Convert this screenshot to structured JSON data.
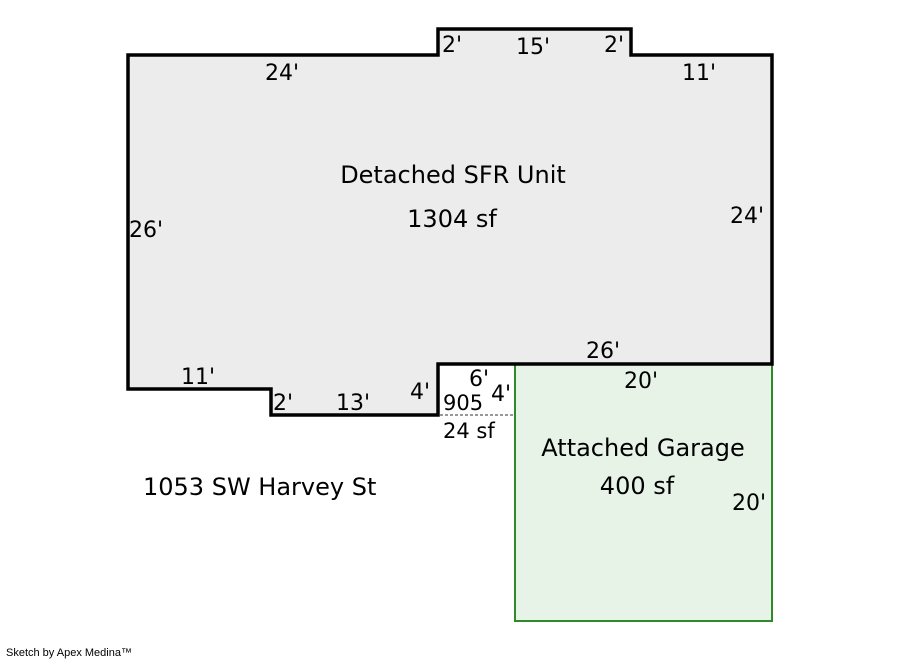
{
  "address": "1053 SW Harvey St",
  "credit": "Sketch by Apex Medina™",
  "house": {
    "name": "Detached SFR Unit",
    "area": "1304 sf",
    "color": "#ececec",
    "dimensions": {
      "top_left": "24'",
      "notch_left": "2'",
      "notch_top": "15'",
      "notch_right": "2'",
      "top_right": "11'",
      "right": "24'",
      "left": "26'",
      "bottom_right": "26'",
      "bottom_left": "11'",
      "step_left": "2'",
      "step_bottom": "13'",
      "step_right": "4'"
    }
  },
  "porch": {
    "label": "905",
    "area": "24 sf",
    "dimensions": {
      "top": "6'",
      "right": "4'"
    }
  },
  "garage": {
    "name": "Attached Garage",
    "area": "400 sf",
    "color": "#e7f3e6",
    "border_color": "#2f8a2a",
    "dimensions": {
      "top": "20'",
      "right": "20'"
    }
  }
}
